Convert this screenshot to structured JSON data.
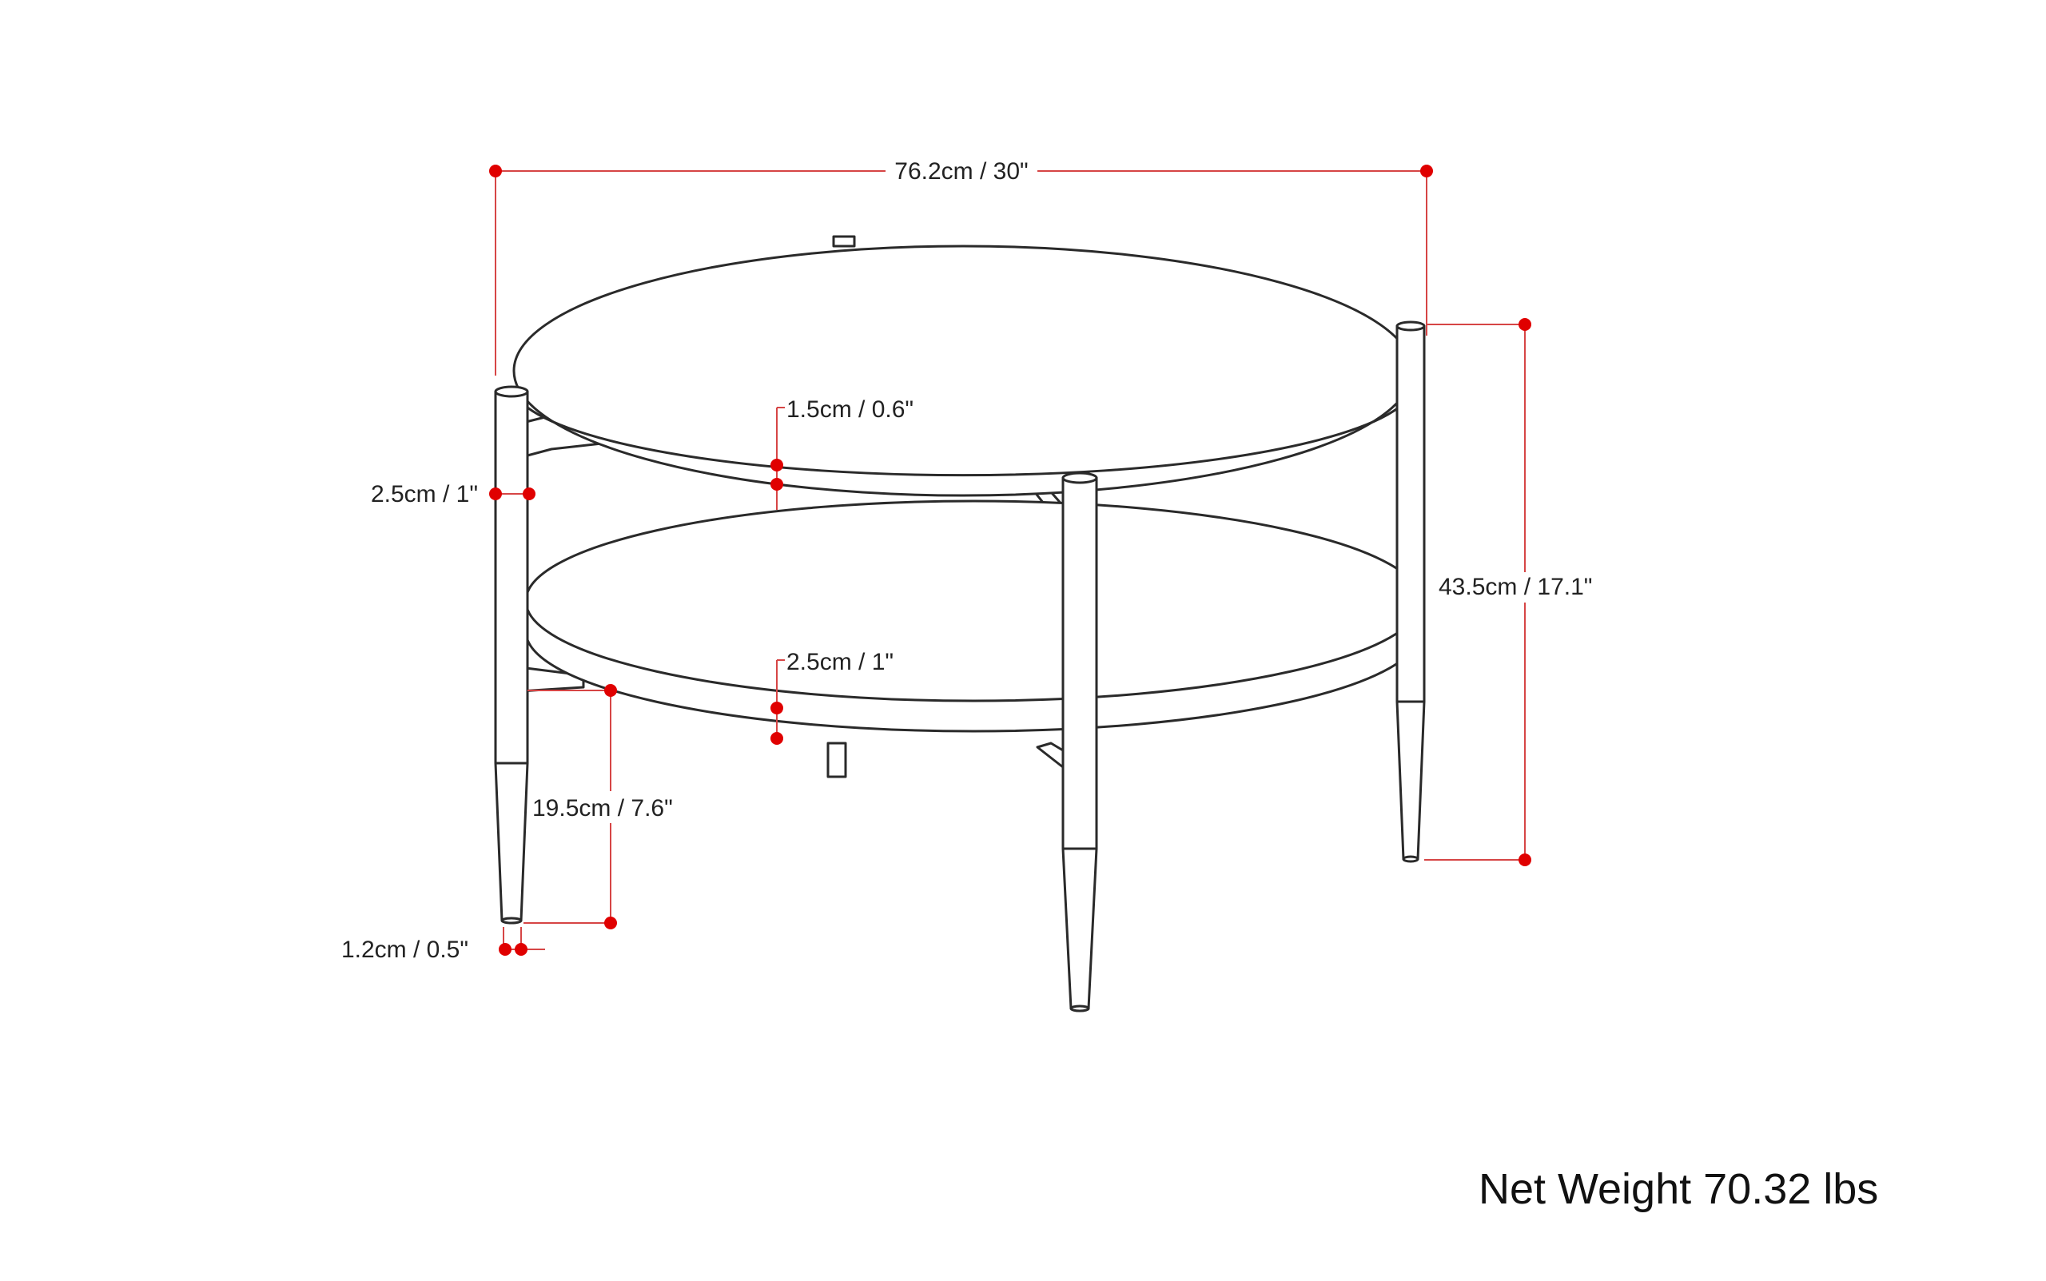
{
  "dimensions": {
    "width": "76.2cm / 30\"",
    "height": "43.5cm / 17.1\"",
    "top_thickness": "1.5cm / 0.6\"",
    "shelf_thickness": "2.5cm / 1\"",
    "leg_width": "2.5cm / 1\"",
    "shelf_clearance": "19.5cm / 7.6\"",
    "leg_tip": "1.2cm / 0.5\""
  },
  "net_weight": "Net Weight 70.32 lbs",
  "colors": {
    "dimension_line": "#d64545",
    "dimension_dot": "#e00000",
    "outline": "#2a2a2a"
  }
}
